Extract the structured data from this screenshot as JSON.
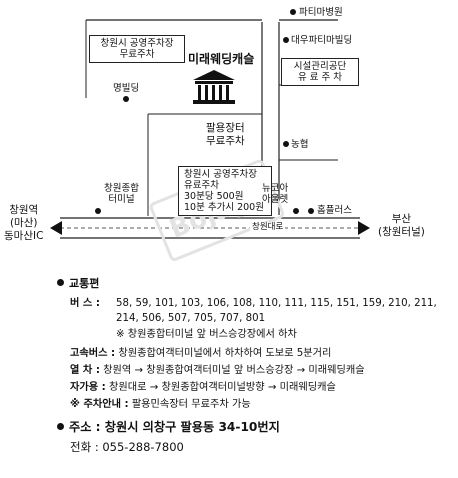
{
  "map": {
    "hospital": "파티마병원",
    "parking_box1": [
      "창원시 공영주차장",
      "무료주차"
    ],
    "venue": "미래웨딩캐슬",
    "building_daewoo": "대우파티마빌딩",
    "facility_box": [
      "시설관리공단",
      "유 료 주 차"
    ],
    "myeong_building": "명빌딩",
    "palyong_parking": [
      "팔용장터",
      "무료주차"
    ],
    "nonghyup": "농협",
    "terminal": [
      "창원종합",
      "터미널"
    ],
    "parking_box2": [
      "창원시 공영주차장",
      "유료주차",
      "30분당 500원",
      "10분 추가시 200원"
    ],
    "newcore": [
      "뉴코아",
      "아울렛"
    ],
    "homeplus": "홈플러스",
    "west_label": [
      "창원역",
      "(마산)",
      "동마산IC"
    ],
    "east_label": [
      "부산",
      "(창원터널)"
    ],
    "road_name": "창원대로",
    "watermark": "Bojaga"
  },
  "info": {
    "transport_title": "교통편",
    "bus_key": "버    스 :",
    "bus_line1": "58, 59, 101, 103, 106, 108, 110, 111, 115, 151, 159, 210, 211,",
    "bus_line2": "214, 506, 507, 705, 707, 801",
    "bus_note": "※ 창원종합터미널 앞 버스승강장에서 하차",
    "express_key": "고속버스 :",
    "express_val": "창원종합여객터미널에서 하차하여 도보로 5분거리",
    "train_key": "열    차 :",
    "train_val": "창원역 → 창원종합여객터미널 앞 버스승강장 → 미래웨딩캐슬",
    "car_key": "자가용 :",
    "car_val": "창원대로 → 창원종합여객터미널방향 → 미래웨딩캐슬",
    "parking_key": "※ 주차안내 :",
    "parking_val": "팔용민속장터 무료주차 가능",
    "address_key": "주소 :",
    "address_val": "창원시 의창구 팔용동 34-10번지",
    "phone_key": "전화 :",
    "phone_val": "055-288-7800"
  },
  "colors": {
    "ink": "#111111",
    "road_bg": "#ffffff",
    "watermark": "#e3e3e3"
  }
}
